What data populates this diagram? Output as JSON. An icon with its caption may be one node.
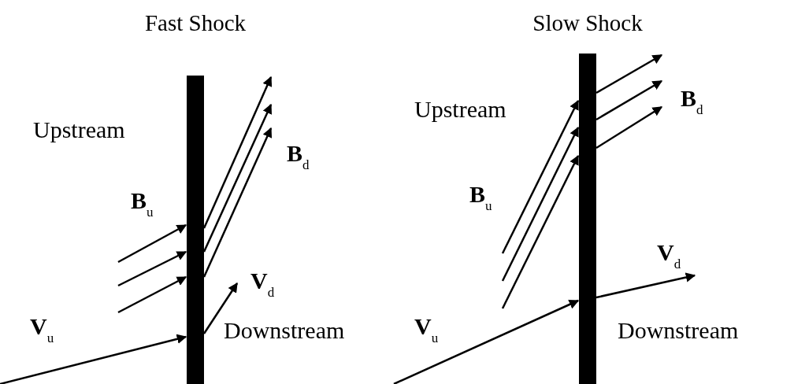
{
  "diagram": {
    "nodes": [
      {
        "text": [
          "Fast Shock"
        ]
      },
      {
        "text": [
          "Slow Shock"
        ]
      }
    ],
    "labels": [
      "Upstream",
      "**B**$_{u}$",
      "**B**$_{d}$",
      "**V**$_{d}$",
      "**V**$_{u}$",
      "Downstream",
      "Upstream",
      "**B**$_{d}$",
      "**B**$_{u}$",
      "**V**$_{d}$",
      "**V**$_{u}$",
      "Downstream"
    ]
  }
}
